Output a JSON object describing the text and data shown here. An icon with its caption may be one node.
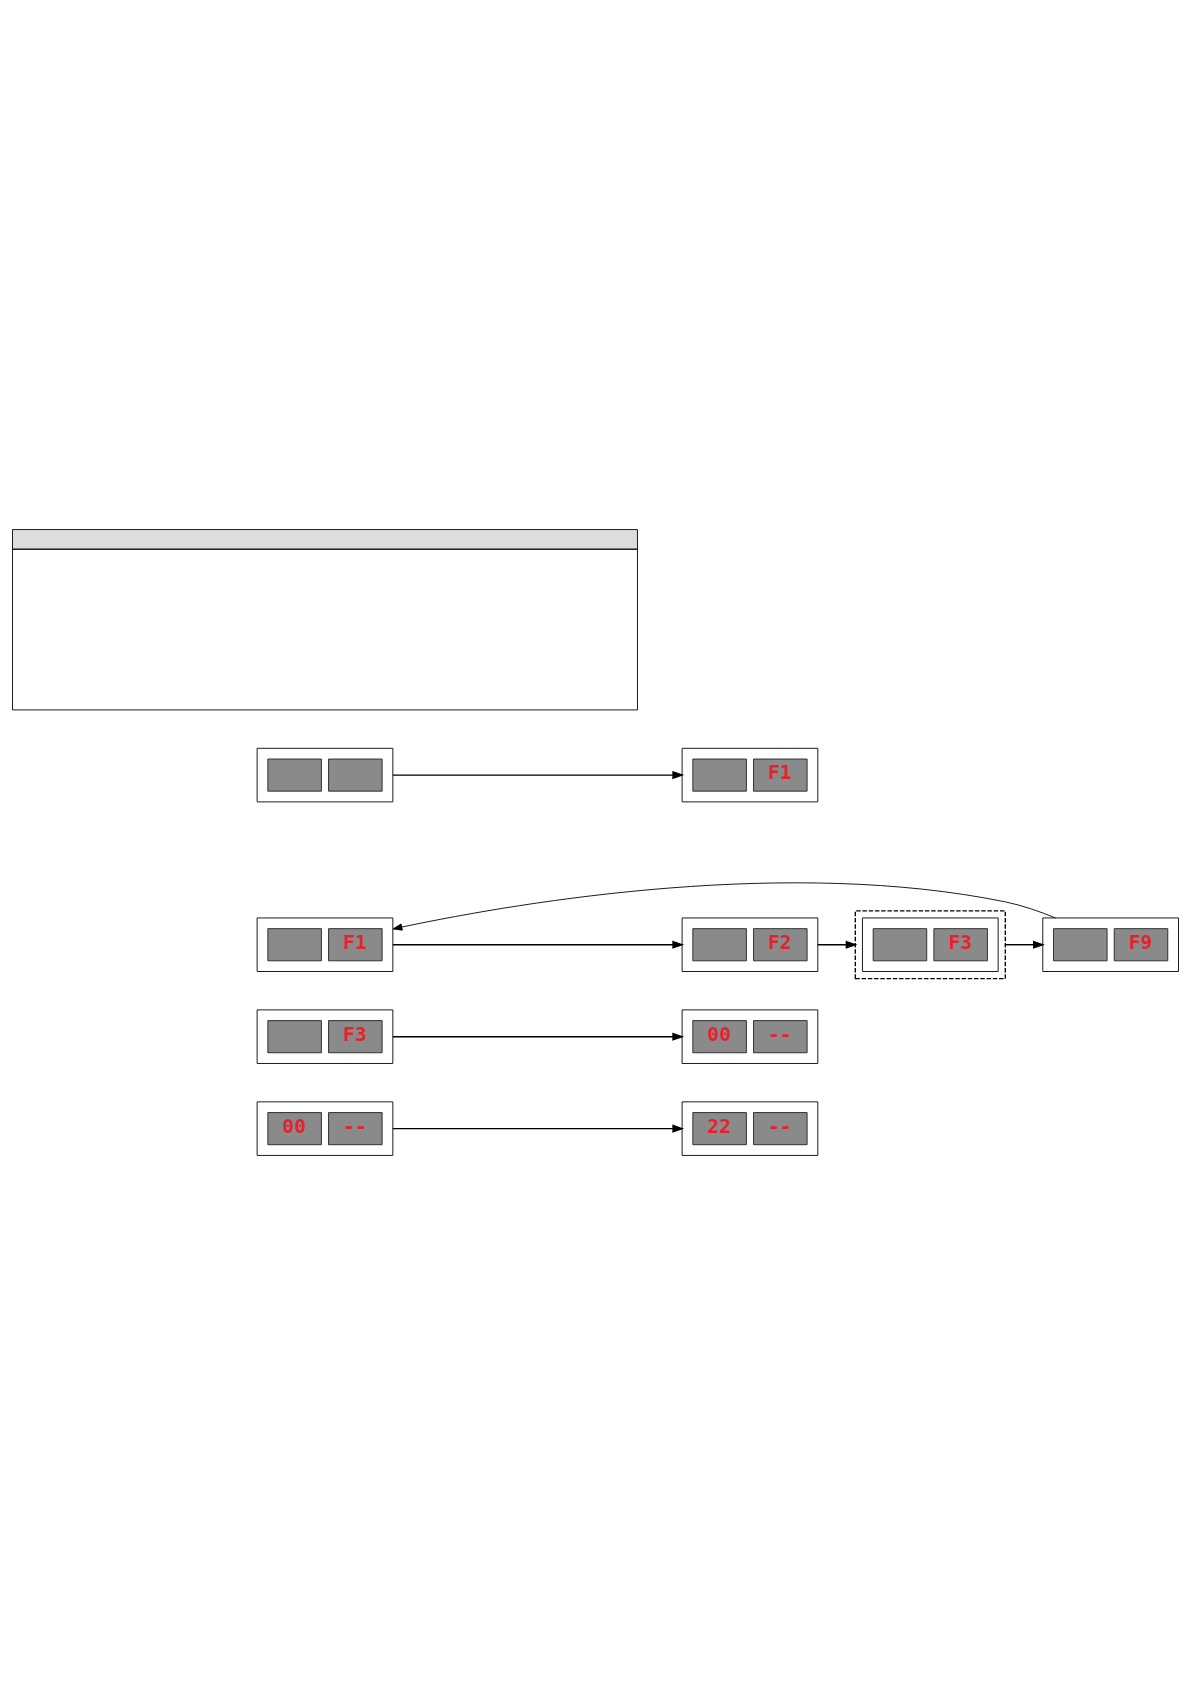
{
  "diagram": {
    "nodes": [
      {
        "text": [],
        "shape": "box"
      },
      {
        "text": [],
        "shape": "box"
      },
      {
        "text": [
          "F1"
        ]
      },
      {
        "text": [
          "F1"
        ]
      },
      {
        "text": [
          "F2"
        ]
      },
      {
        "text": [],
        "shape": "box"
      },
      {
        "text": [
          "F3"
        ],
        "in": 5
      },
      {
        "text": [
          "F9"
        ]
      },
      {
        "text": [
          "F3"
        ]
      },
      {
        "text": [
          "00",
          "--"
        ]
      },
      {
        "text": [
          "00",
          "--"
        ]
      },
      {
        "text": [
          "22",
          "--"
        ]
      }
    ],
    "edges": [
      {
        "from": 1,
        "to": 2,
        "arrow": "to"
      },
      {
        "from": 3,
        "to": 4,
        "arrow": "to"
      },
      {
        "from": 4,
        "to": 5,
        "arrow": "to"
      },
      {
        "from": 5,
        "to": 7,
        "arrow": "to"
      },
      {
        "from": 7,
        "to": 3,
        "arrow": "to"
      },
      {
        "from": 8,
        "to": 9,
        "arrow": "to"
      },
      {
        "from": 10,
        "to": 11,
        "arrow": "to"
      }
    ]
  }
}
